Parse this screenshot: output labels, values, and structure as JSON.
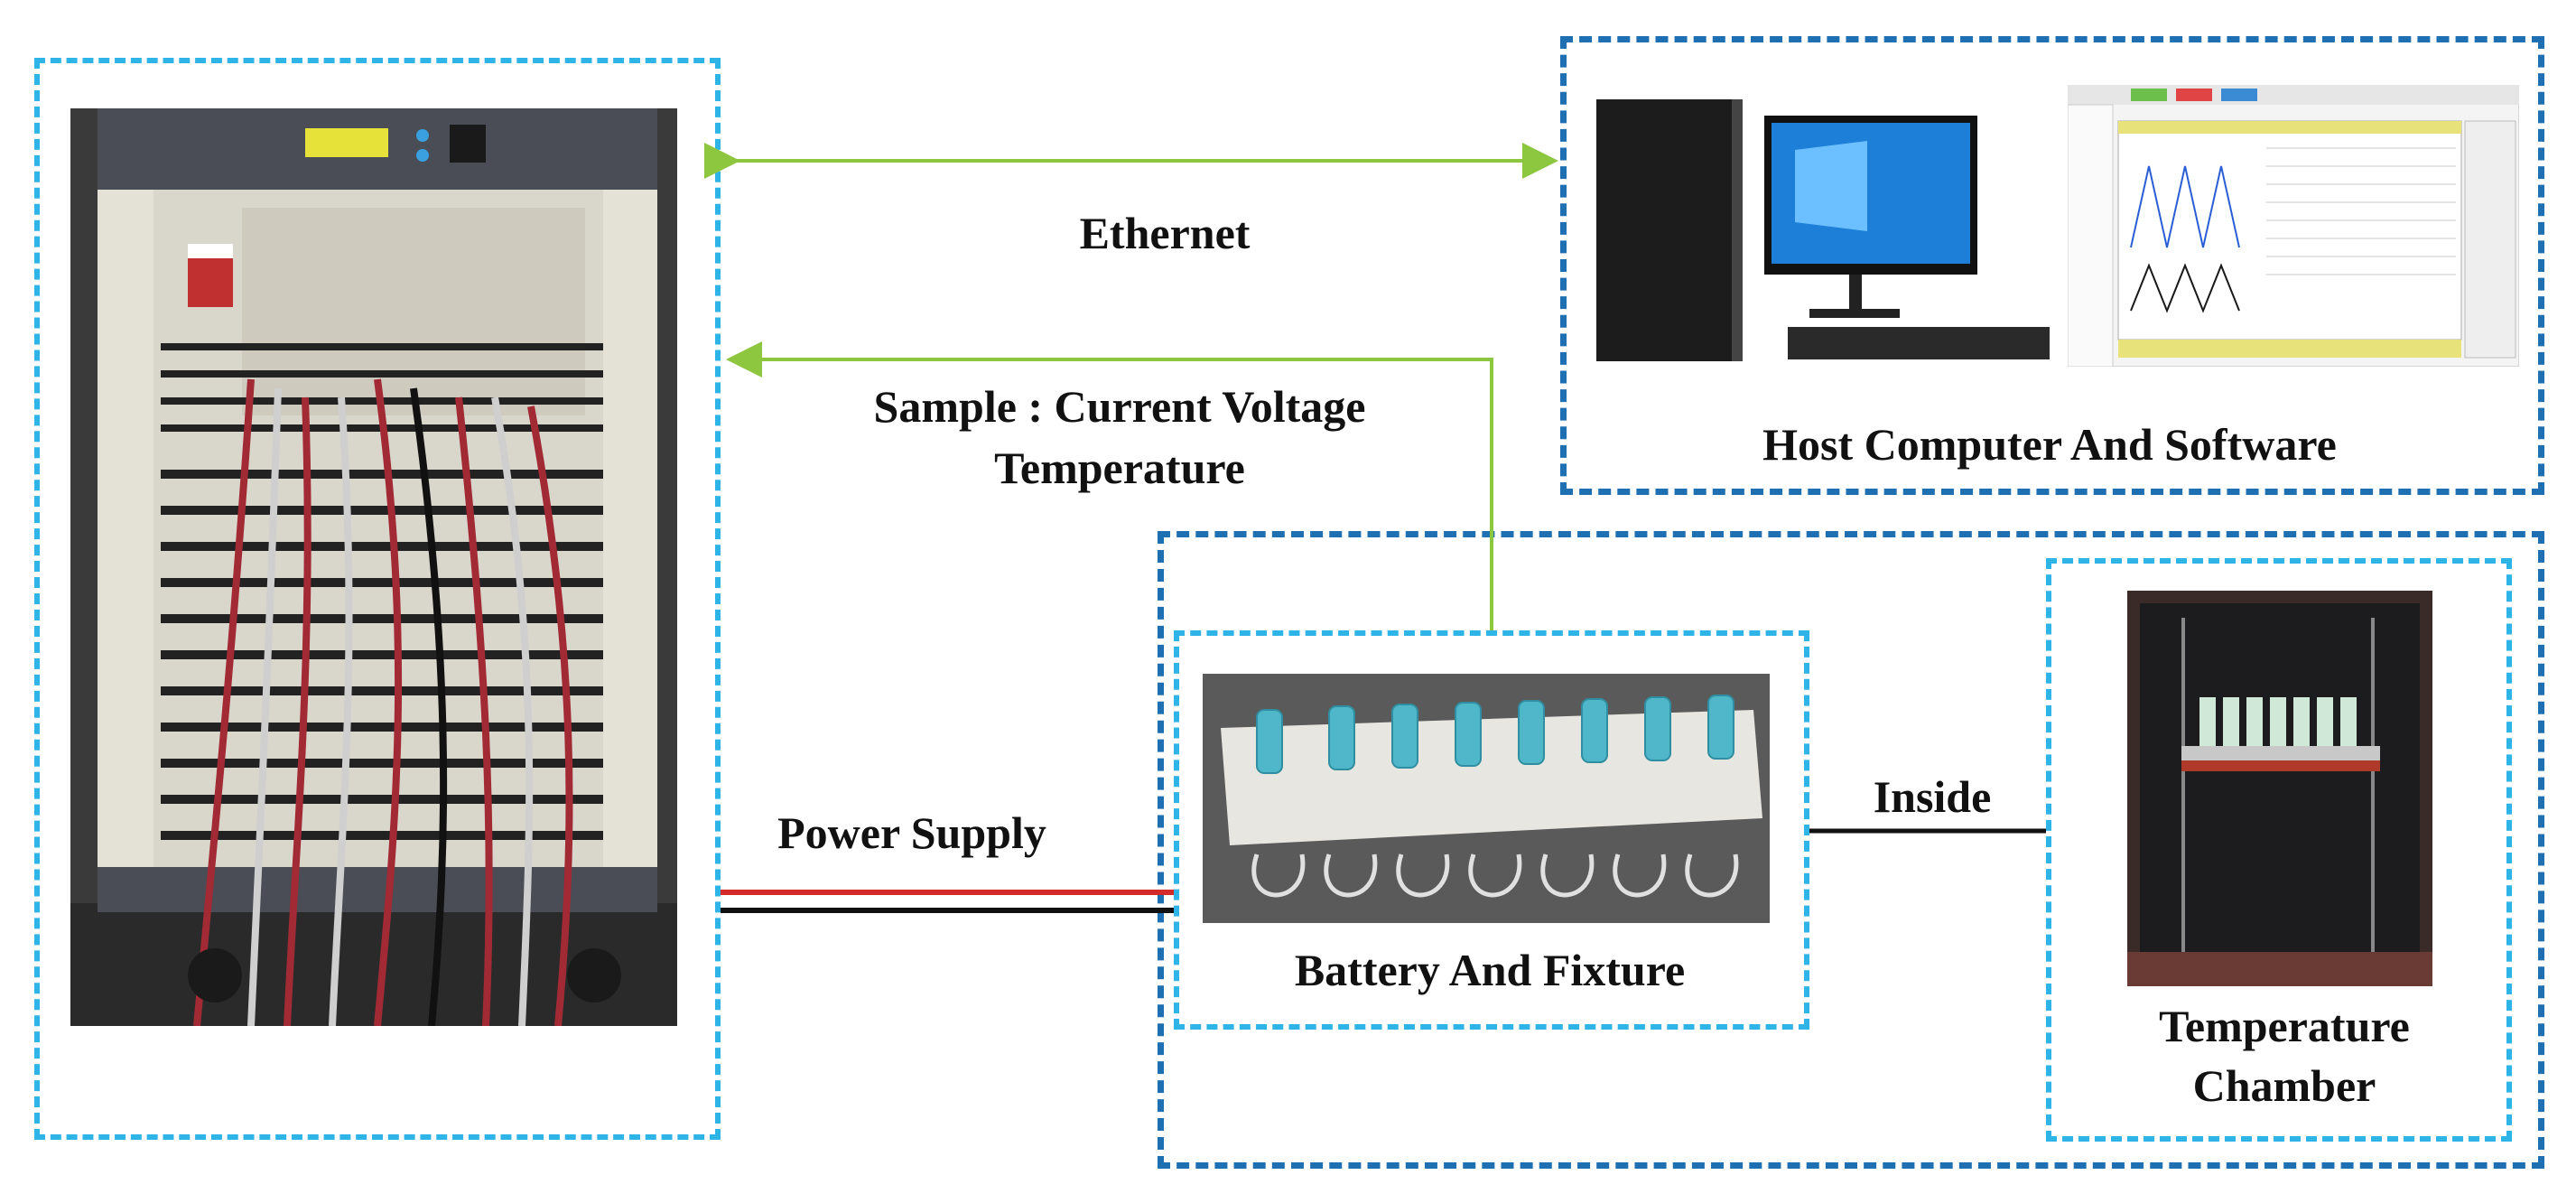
{
  "labels": {
    "ethernet": "Ethernet",
    "sample_line1": "Sample : Current Voltage",
    "sample_line2": "Temperature",
    "power_supply": "Power Supply",
    "host": "Host Computer And Software",
    "battery": "Battery And Fixture",
    "inside": "Inside",
    "chamber_line1": "Temperature",
    "chamber_line2": "Chamber"
  },
  "colors": {
    "light_dash": "#2eb4e6",
    "dark_dash": "#1f6fb3",
    "arrow_green": "#8dc63f",
    "power_red": "#d42a2a",
    "power_black": "#111111",
    "inside_black": "#111111"
  },
  "images": {
    "tester": "battery-tester-cabinet-photo",
    "computer": "desktop-computer-photo",
    "software": "software-screenshot",
    "fixture": "battery-fixture-photo",
    "chamber": "temperature-chamber-photo"
  }
}
